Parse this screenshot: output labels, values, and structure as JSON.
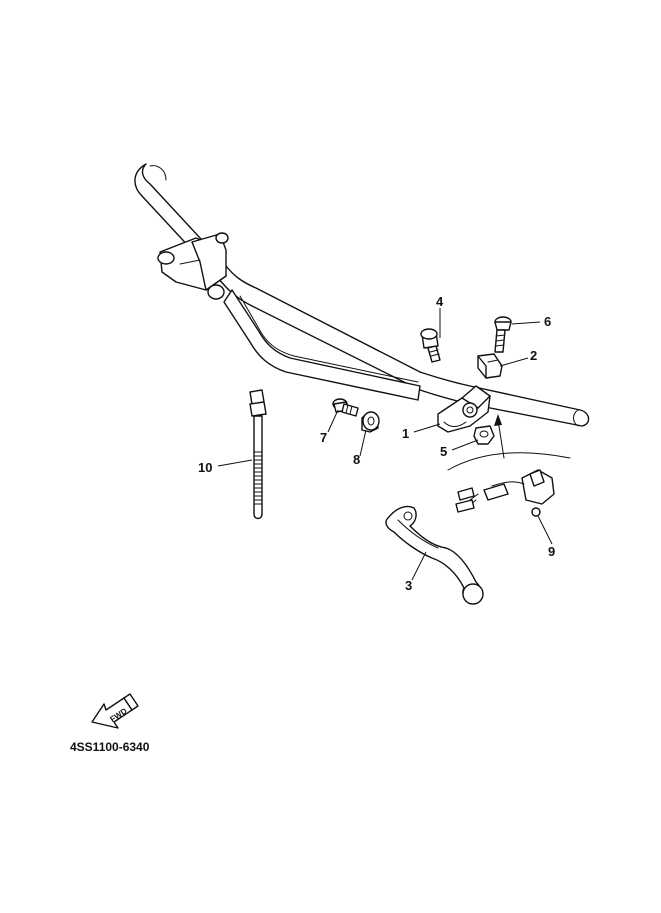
{
  "callouts": {
    "p1": "1",
    "p2": "2",
    "p3": "3",
    "p4": "4",
    "p5": "5",
    "p6": "6",
    "p7": "7",
    "p8": "8",
    "p9": "9",
    "p10": "10"
  },
  "fwd_label": "FWD",
  "reference_code": "4SS1100-6340"
}
